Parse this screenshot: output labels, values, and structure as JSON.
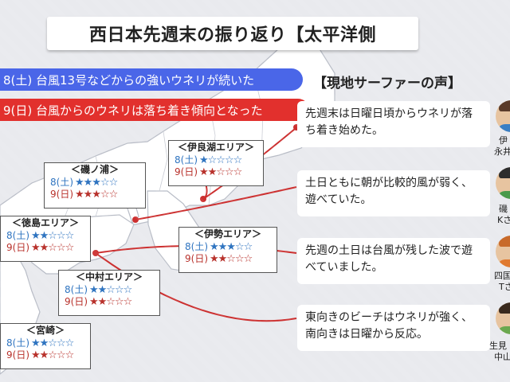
{
  "title": "西日本先週末の振り返り【太平洋側",
  "summary": {
    "sat": "8(土)  台風13号などからの強いウネリが続いた",
    "sun": "9(日)  台風からのウネリは落ち着き傾向となった"
  },
  "voices_title": "【現地サーファーの声】",
  "colors": {
    "accent_red": "#b52b2c",
    "sat_blue": "#4a66e8",
    "sun_red": "#e2302d",
    "map_red": "#d0312d"
  },
  "areas": [
    {
      "name": "＜伊良湖エリア＞",
      "sat_label": "8(土)",
      "sat_stars": "★☆☆☆☆",
      "sun_label": "9(日)",
      "sun_stars": "★★☆☆☆"
    },
    {
      "name": "＜磯ノ浦＞",
      "sat_label": "8(土)",
      "sat_stars": "★★★☆☆",
      "sun_label": "9(日)",
      "sun_stars": "★★★☆☆"
    },
    {
      "name": "＜伊勢エリア＞",
      "sat_label": "8(土)",
      "sat_stars": "★★★☆☆",
      "sun_label": "9(日)",
      "sun_stars": "★★☆☆☆"
    },
    {
      "name": "＜徳島エリア＞",
      "sat_label": "8(土)",
      "sat_stars": "★★☆☆☆",
      "sun_label": "9(日)",
      "sun_stars": "★★☆☆☆"
    },
    {
      "name": "＜中村エリア＞",
      "sat_label": "8(土)",
      "sat_stars": "★★☆☆☆",
      "sun_label": "9(日)",
      "sun_stars": "★★☆☆☆"
    },
    {
      "name": "＜宮崎＞",
      "sat_label": "8(土)",
      "sat_stars": "★★☆☆☆",
      "sun_label": "9(日)",
      "sun_stars": "★★☆☆☆"
    }
  ],
  "voices": [
    {
      "text": "先週末は日曜日頃からウネリが落ち着き始めた。",
      "who1": "伊",
      "who2": "永井"
    },
    {
      "text": "土日ともに朝が比較的風が弱く、遊べていた。",
      "who1": "磯",
      "who2": "Kさ"
    },
    {
      "text": "先週の土日は台風が残した波で遊べていました。",
      "who1": "四国",
      "who2": "Tさ"
    },
    {
      "text": "東向きのビーチはウネリが強く、南向きは日曜から反応。",
      "who1": "生見",
      "who2": "中山"
    }
  ]
}
